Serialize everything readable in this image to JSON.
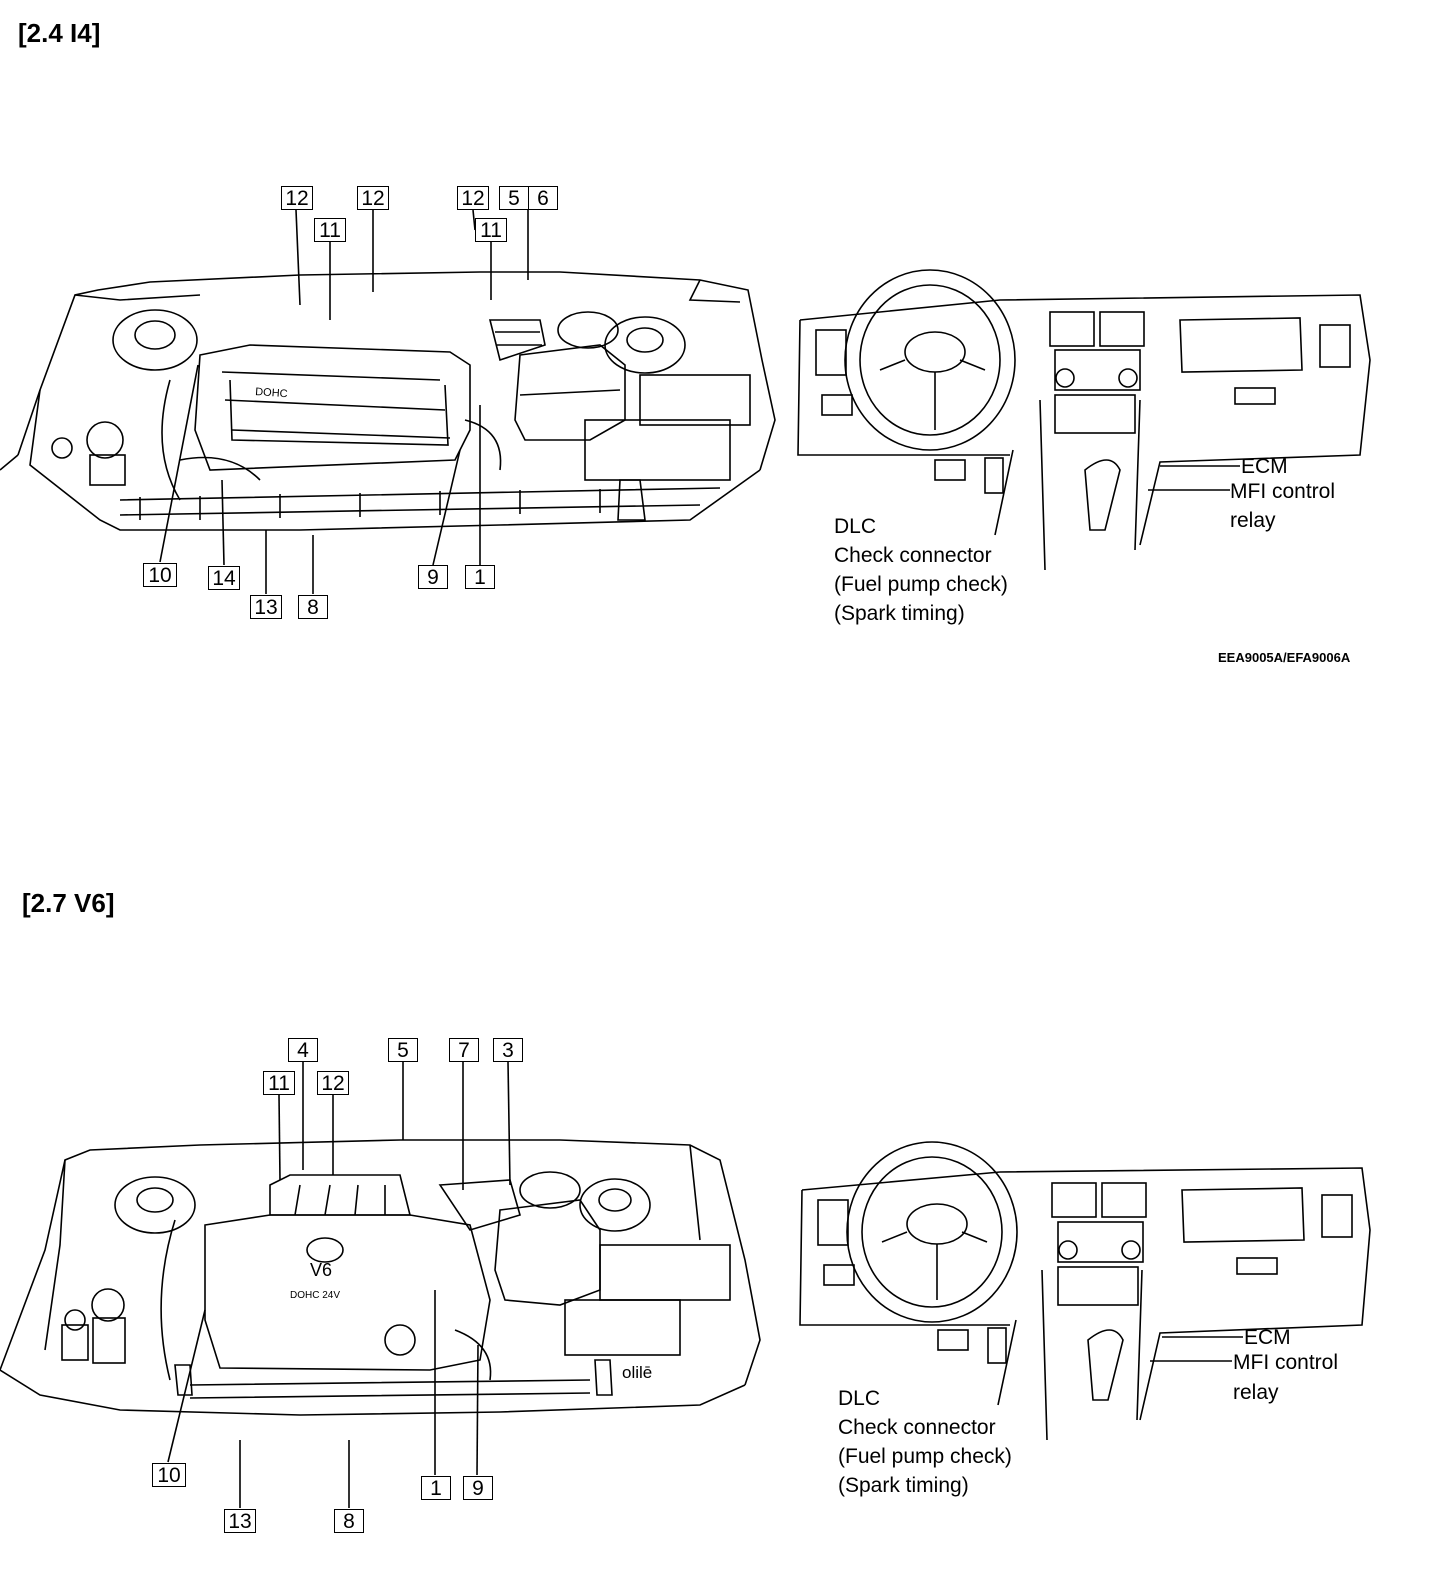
{
  "sections": [
    {
      "title": "[2.4 I4]",
      "callouts": [
        "12",
        "12",
        "12",
        "5",
        "6",
        "11",
        "11",
        "10",
        "14",
        "13",
        "8",
        "9",
        "1"
      ],
      "dash_labels": [
        "ECM",
        "MFI control",
        "relay"
      ],
      "connector_labels": [
        "DLC",
        "Check connector",
        "(Fuel pump check)",
        "(Spark timing)"
      ],
      "figure_code": "EEA9005A/EFA9006A"
    },
    {
      "title": "[2.7 V6]",
      "callouts": [
        "4",
        "5",
        "7",
        "3",
        "11",
        "12",
        "10",
        "13",
        "8",
        "1",
        "9"
      ],
      "dash_labels": [
        "ECM",
        "MFI control",
        "relay"
      ],
      "connector_labels": [
        "DLC",
        "Check connector",
        "(Fuel pump check)",
        "(Spark timing)"
      ]
    }
  ]
}
